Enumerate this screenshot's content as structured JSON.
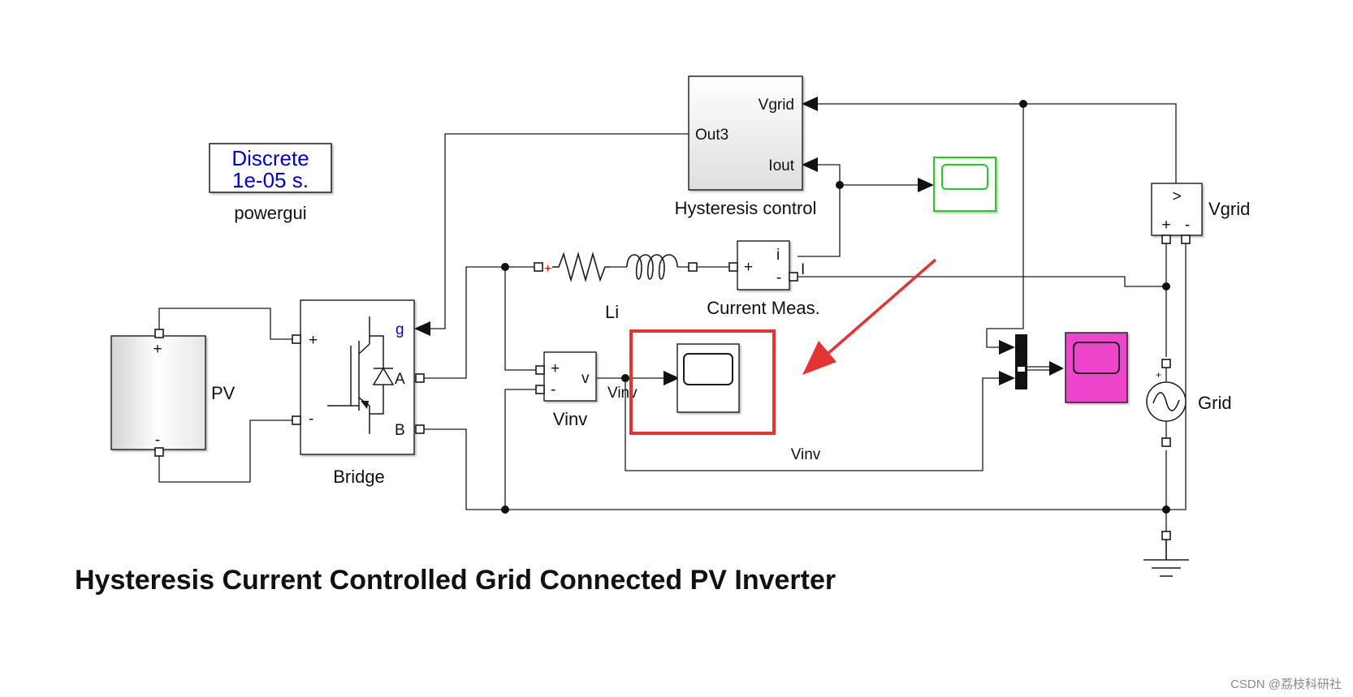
{
  "diagram": {
    "title": "Hysteresis Current Controlled Grid Connected PV Inverter",
    "watermark": "CSDN @荔枝科研社",
    "powergui": {
      "line1": "Discrete",
      "line2": "1e-05 s.",
      "label": "powergui",
      "text_color": "#0000cc"
    },
    "blocks": {
      "pv": {
        "label": "PV",
        "plus": "+",
        "minus": "-"
      },
      "bridge": {
        "label": "Bridge",
        "port_plus": "+",
        "port_minus": "-",
        "port_g": "g",
        "port_a": "A",
        "port_b": "B"
      },
      "hysteresis": {
        "label": "Hysteresis control",
        "port_vgrid": "Vgrid",
        "port_out": "Out3",
        "port_iout": "Iout"
      },
      "current_meas": {
        "label": "Current Meas.",
        "port_plus": "+",
        "port_i": "i",
        "port_minus": "-"
      },
      "inductor": {
        "label": "Li"
      },
      "vinv_meas": {
        "label": "Vinv",
        "port_plus": "+",
        "port_minus": "-",
        "port_v": "v"
      },
      "vgrid_meas": {
        "label": "Vgrid",
        "symbol": ">",
        "plus": "+",
        "minus": "-"
      },
      "grid": {
        "label": "Grid"
      }
    },
    "signals": {
      "current_tag": "I",
      "vinv_tag": "Vinv",
      "vinv_wire_label": "Vinv"
    },
    "colors": {
      "scope_green": "#22cc22",
      "scope_magenta": "#ee44cc",
      "highlight_red": "#e53333",
      "powergui_text": "#0000cc"
    },
    "icons": [
      "scope-icon",
      "resistor-icon",
      "inductor-icon",
      "igbt-diode-icon",
      "ac-source-icon",
      "ground-icon",
      "mux-icon",
      "arrow-icon"
    ]
  }
}
